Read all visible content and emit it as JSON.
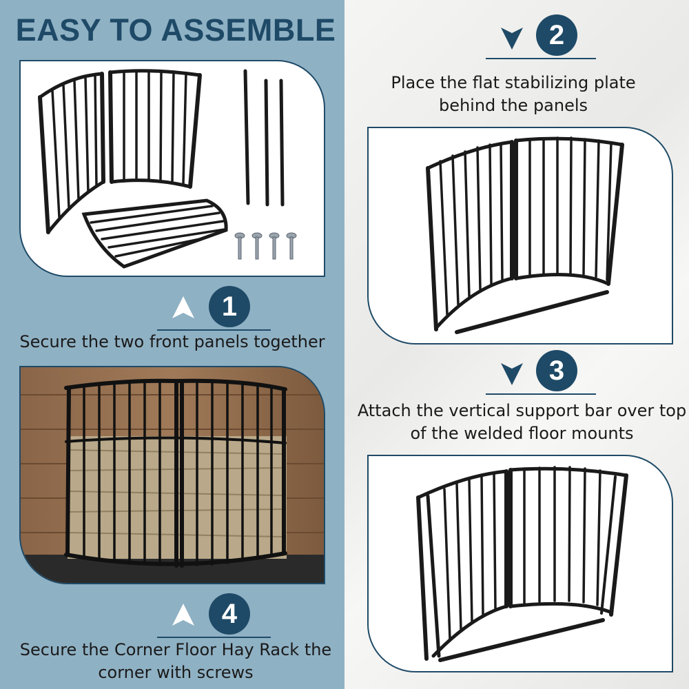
{
  "title": "EASY TO ASSEMBLE",
  "steps": [
    {
      "number": "1",
      "caption": "Secure the two front panels together"
    },
    {
      "number": "2",
      "caption": "Place the flat stabilizing plate behind the panels"
    },
    {
      "number": "3",
      "caption": "Attach the vertical support bar over top of the welded floor mounts"
    },
    {
      "number": "4",
      "caption": "Secure the Corner Floor Hay Rack the corner with screws"
    }
  ],
  "colors": {
    "accent": "#1e4a67",
    "left_background": "#8fb1c4",
    "right_background": "#f2f2f0",
    "metal": "#1a1a1a"
  }
}
